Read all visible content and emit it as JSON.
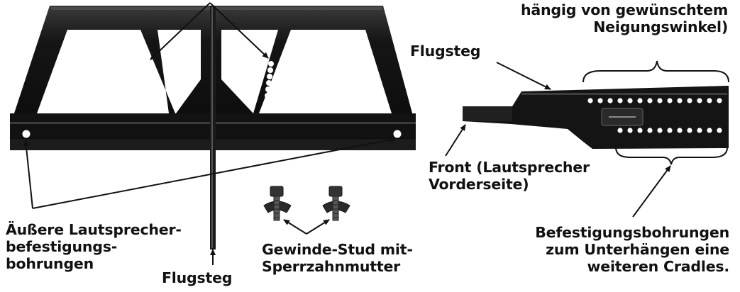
{
  "labels": {
    "angle_line1": "hängig von gewünschtem",
    "angle_line2": "Neigungswinkel)",
    "flugsteg_side": "Flugsteg",
    "front_line1": "Front (Lautsprecher",
    "front_line2": "Vorderseite)",
    "outer_line1": "Äußere Lautsprecher-",
    "outer_line2": "befestigungs-",
    "outer_line3": "bohrungen",
    "flugsteg_bottom": "Flugsteg",
    "stud_line1": "Gewinde-Stud mit-",
    "stud_line2": "Sperrzahnmutter",
    "holes_line1": "Befestigungsbohrungen",
    "holes_line2": "zum Unterhängen eine",
    "holes_line3": "weiteren Cradles."
  },
  "colors": {
    "metal": "#161616",
    "metal_highlight": "#4a4a4a",
    "text": "#111111"
  }
}
